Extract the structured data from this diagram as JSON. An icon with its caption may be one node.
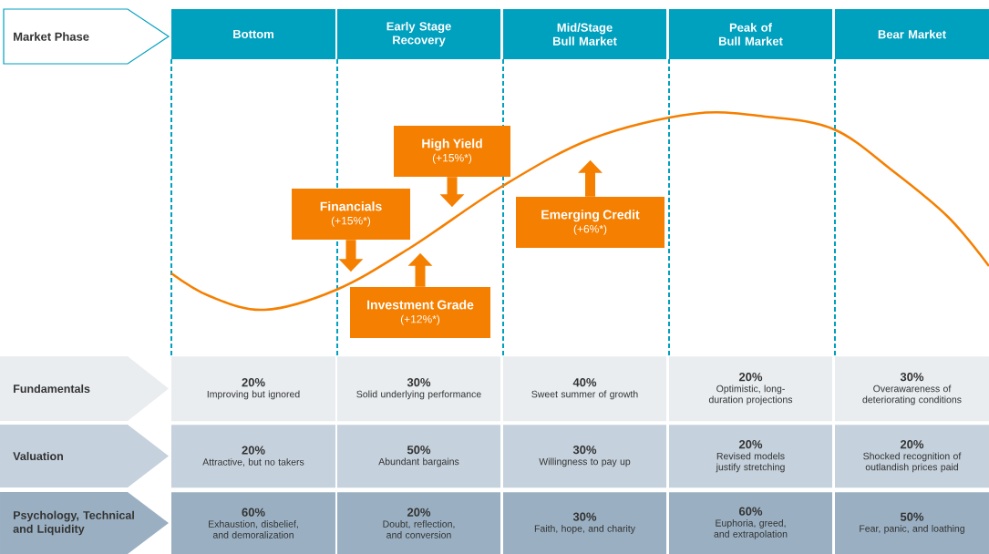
{
  "diagram": {
    "nodes": [
      {
        "text": [
          "Market Phase"
        ]
      },
      {
        "text": [
          "Bottom"
        ]
      },
      {
        "text": [
          "Early Stage Recovery"
        ]
      },
      {
        "text": [
          "Mid/Stage Bull Market"
        ]
      },
      {
        "text": [
          "Peak of Bull Market"
        ]
      },
      {
        "text": [
          "Bear Market"
        ]
      },
      {
        "text": [
          "High Yield",
          "(+15%*)"
        ]
      },
      {
        "text": [
          "Financials",
          "(+15%*)"
        ]
      },
      {
        "text": [
          "Emerging Credit",
          "(+6%*)"
        ]
      },
      {
        "text": [
          "Investment Grade",
          "(+12%*)"
        ]
      },
      {
        "text": [
          "Fundamentals"
        ]
      },
      {
        "text": [
          "20%",
          "Improving but ignored"
        ]
      },
      {
        "text": [
          "30%",
          "Solid underlying performance"
        ]
      },
      {
        "text": [
          "40%",
          "Sweet summer of growth"
        ]
      },
      {
        "text": [
          "20%",
          "Optimistic, long-duration projections"
        ]
      },
      {
        "text": [
          "30%",
          "Overawareness of deteriorating conditions"
        ]
      },
      {
        "text": [
          "Valuation"
        ]
      },
      {
        "text": [
          "20%",
          "Attractive, but no takers"
        ]
      },
      {
        "text": [
          "50%",
          "Abundant bargains"
        ]
      },
      {
        "text": [
          "30%",
          "Willingness to pay up"
        ]
      },
      {
        "text": [
          "20%",
          "Revised models justify stretching"
        ]
      },
      {
        "text": [
          "20%",
          "Shocked recognition of outlandish prices paid"
        ]
      },
      {
        "text": [
          "Psychology, Technical and Liquidity"
        ]
      },
      {
        "text": [
          "60%",
          "Exhaustion, disbelief, and demoralization"
        ]
      },
      {
        "text": [
          "20%",
          "Doubt, reflection, and conversion"
        ]
      },
      {
        "text": [
          "30%",
          "Faith, hope, and charity"
        ]
      },
      {
        "text": [
          "60%",
          "Euphoria, greed, and extrapolation"
        ]
      },
      {
        "text": [
          "50%",
          "Fear, panic, and loathing"
        ]
      }
    ],
    "edges": [
      {
        "from": 6,
        "to": null,
        "arrow": "to"
      },
      {
        "from": 7,
        "to": null,
        "arrow": "to"
      },
      {
        "from": 8,
        "to": null,
        "arrow": "to"
      },
      {
        "from": 9,
        "to": null,
        "arrow": "to"
      }
    ]
  }
}
